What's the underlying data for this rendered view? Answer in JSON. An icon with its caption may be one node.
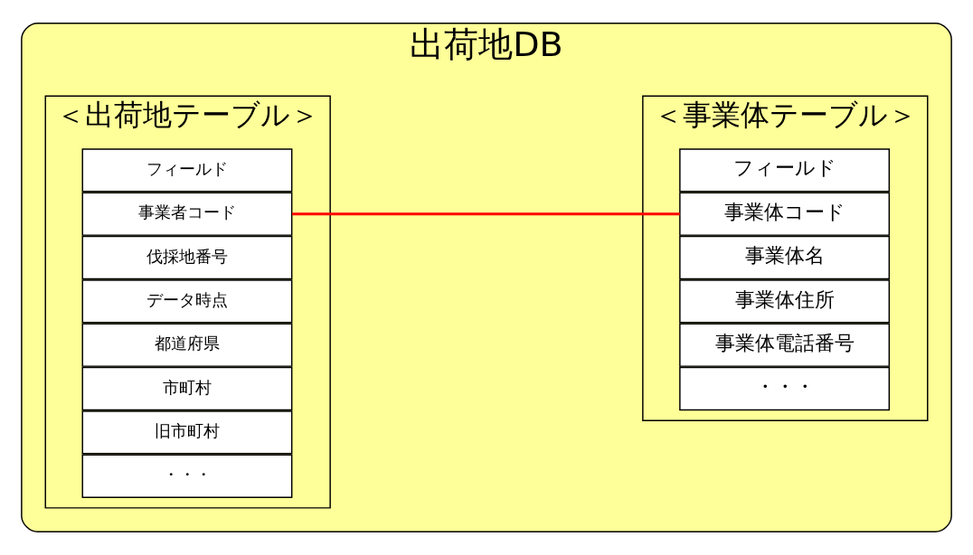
{
  "diagram": {
    "nodes": [
      {
        "text": [
          "出荷地DB"
        ]
      },
      {
        "text": [
          "＜出荷地テーブル＞"
        ],
        "in": 0
      },
      {
        "text": [
          "フィールド"
        ],
        "in": 1
      },
      {
        "text": [
          "事業者コード"
        ],
        "in": 1
      },
      {
        "text": [
          "伐採地番号"
        ],
        "in": 1
      },
      {
        "text": [
          "データ時点"
        ],
        "in": 1
      },
      {
        "text": [
          "都道府県"
        ],
        "in": 1
      },
      {
        "text": [
          "市町村"
        ],
        "in": 1
      },
      {
        "text": [
          "旧市町村"
        ],
        "in": 1
      },
      {
        "text": [
          "・・・"
        ],
        "in": 1
      },
      {
        "text": [
          "＜事業体テーブル＞"
        ],
        "in": 0
      },
      {
        "text": [
          "フィールド"
        ],
        "in": 10
      },
      {
        "text": [
          "事業体コード"
        ],
        "in": 10
      },
      {
        "text": [
          "事業体名"
        ],
        "in": 10
      },
      {
        "text": [
          "事業体住所"
        ],
        "in": 10
      },
      {
        "text": [
          "事業体電話番号"
        ],
        "in": 10
      },
      {
        "text": [
          "・・・"
        ],
        "in": 10
      }
    ],
    "edges": [
      {
        "from": 3,
        "to": 12,
        "arrow": "none",
        "color": "#ff0000"
      }
    ]
  }
}
